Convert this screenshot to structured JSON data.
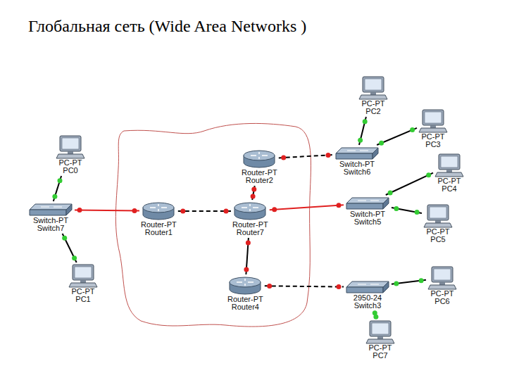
{
  "diagram": {
    "title": "Глобальная сеть (Wide Area Networks )",
    "nodes": [
      {
        "text": [
          "PC-PT",
          "PC2"
        ]
      },
      {
        "text": [
          "PC-PT",
          "PC3"
        ]
      },
      {
        "text": [
          "PC-PT",
          "PC0"
        ]
      },
      {
        "text": [
          "Router-PT",
          "Router2"
        ]
      },
      {
        "text": [
          "Switch-PT",
          "Switch6"
        ]
      },
      {
        "text": [
          "PC-PT",
          "PC4"
        ]
      },
      {
        "text": [
          "Switch-PT",
          "Switch7"
        ]
      },
      {
        "text": [
          "Router-PT",
          "Router1"
        ]
      },
      {
        "text": [
          "Router-PT",
          "Router7"
        ]
      },
      {
        "text": [
          "Switch-PT",
          "Switch5"
        ]
      },
      {
        "text": [
          "PC-PT",
          "PC5"
        ]
      },
      {
        "text": [
          "PC-PT",
          "PC1"
        ]
      },
      {
        "text": [
          "Router-PT",
          "Router4"
        ]
      },
      {
        "text": [
          "2950-24",
          "Switch3"
        ]
      },
      {
        "text": [
          "PC-PT",
          "PC6"
        ]
      },
      {
        "text": [
          "PC-PT",
          "PC7"
        ]
      }
    ],
    "edges": [
      {
        "from": 2,
        "to": 6,
        "arrow": "none"
      },
      {
        "from": 6,
        "to": 11,
        "arrow": "none"
      },
      {
        "from": 6,
        "to": 7,
        "arrow": "none"
      },
      {
        "from": 7,
        "to": 8,
        "arrow": "none"
      },
      {
        "from": 8,
        "to": 3,
        "arrow": "none"
      },
      {
        "from": 3,
        "to": 4,
        "arrow": "none"
      },
      {
        "from": 4,
        "to": 0,
        "arrow": "none"
      },
      {
        "from": 4,
        "to": 1,
        "arrow": "none"
      },
      {
        "from": 8,
        "to": 9,
        "arrow": "none"
      },
      {
        "from": 9,
        "to": 5,
        "arrow": "none"
      },
      {
        "from": 9,
        "to": 10,
        "arrow": "none"
      },
      {
        "from": 8,
        "to": 12,
        "arrow": "none"
      },
      {
        "from": 12,
        "to": 13,
        "arrow": "none"
      },
      {
        "from": 13,
        "to": 14,
        "arrow": "none"
      },
      {
        "from": 13,
        "to": 15,
        "arrow": "none"
      }
    ]
  }
}
